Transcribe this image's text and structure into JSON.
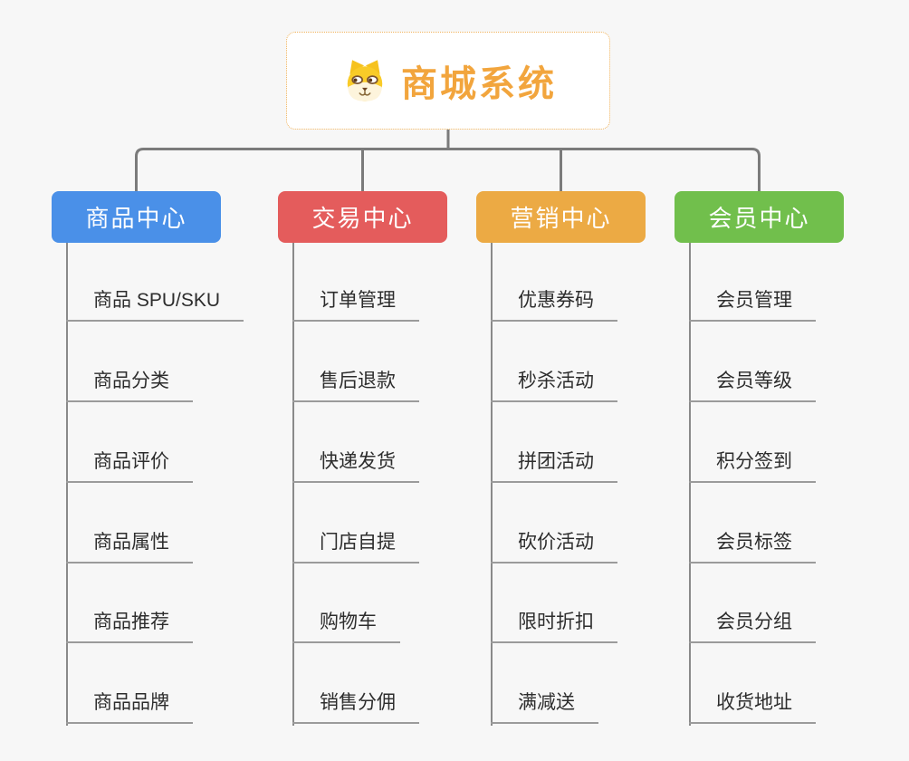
{
  "root": {
    "title": "商城系统",
    "icon": "doge-icon"
  },
  "branches": [
    {
      "key": "product",
      "label": "商品中心",
      "color": "#4a90e8",
      "items": [
        "商品 SPU/SKU",
        "商品分类",
        "商品评价",
        "商品属性",
        "商品推荐",
        "商品品牌"
      ]
    },
    {
      "key": "trade",
      "label": "交易中心",
      "color": "#e45c5c",
      "items": [
        "订单管理",
        "售后退款",
        "快递发货",
        "门店自提",
        "购物车",
        "销售分佣"
      ]
    },
    {
      "key": "marketing",
      "label": "营销中心",
      "color": "#ecaa44",
      "items": [
        "优惠券码",
        "秒杀活动",
        "拼团活动",
        "砍价活动",
        "限时折扣",
        "满减送"
      ]
    },
    {
      "key": "member",
      "label": "会员中心",
      "color": "#71bf4c",
      "items": [
        "会员管理",
        "会员等级",
        "积分签到",
        "会员标签",
        "会员分组",
        "收货地址"
      ]
    }
  ],
  "colors": {
    "root_accent": "#f2a53d",
    "root_border": "#f0b35c",
    "connector": "#7b7b7b",
    "trunk": "#8a8a8a",
    "underline": "#9b9b9b",
    "background": "#f7f7f7",
    "item_text": "#2d2d2d"
  }
}
